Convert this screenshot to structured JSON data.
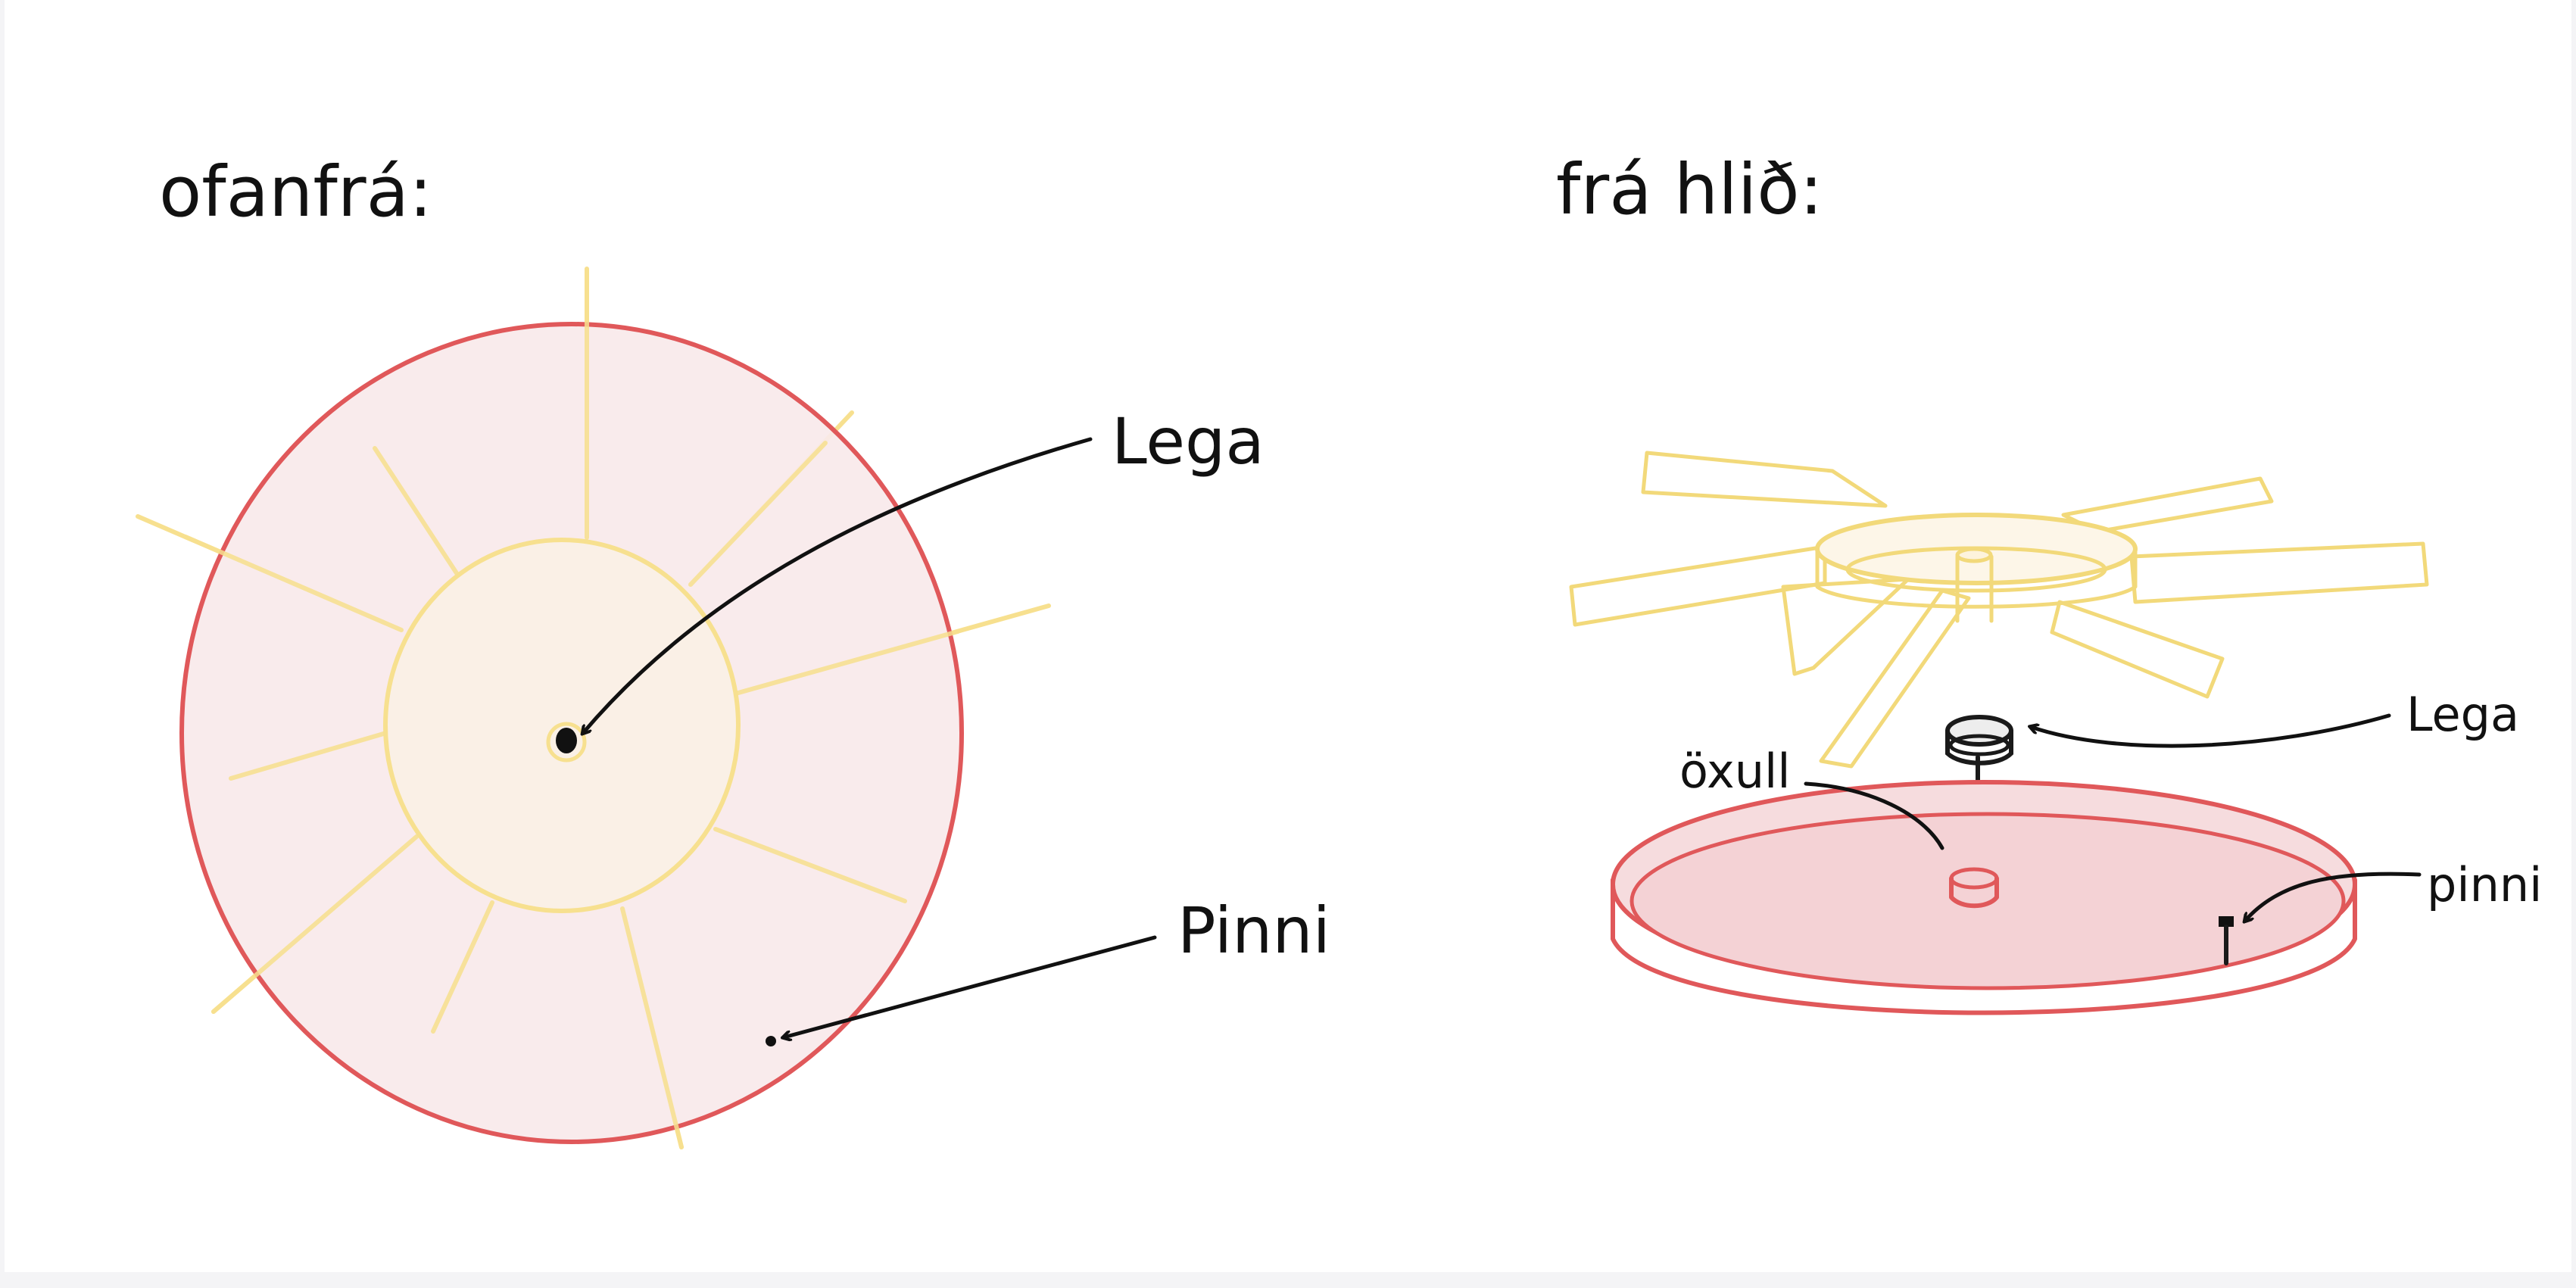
{
  "diagram": {
    "top_view": {
      "title": "ofanfrá:"
    },
    "side_view": {
      "title": "frá hlið:"
    },
    "labels": {
      "lega_top": "Lega",
      "pinni_top": "Pinni",
      "lega_side": "Lega",
      "oxull_side": "öxull",
      "pinni_side": "pinni"
    },
    "colors": {
      "disc_fill": "#f9e9ea",
      "disc_stroke": "#e0585a",
      "hub_fill": "#faf0e6",
      "spoke": "#f7e08f",
      "side_disc_fill": "#f6dcde",
      "ink": "#111111"
    }
  }
}
